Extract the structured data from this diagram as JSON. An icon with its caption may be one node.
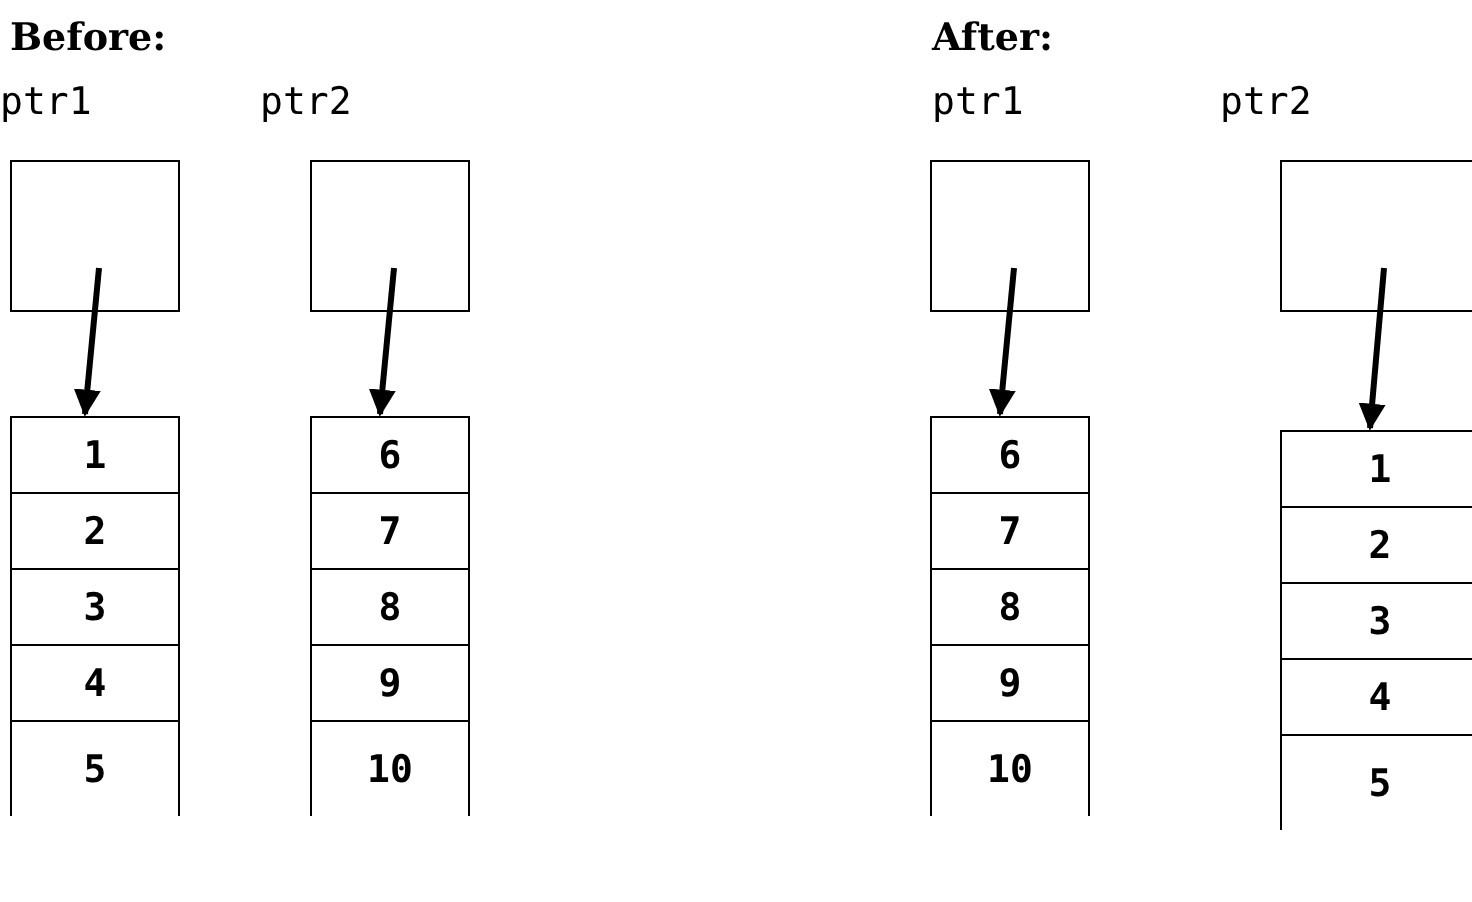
{
  "diagram": {
    "nodes": [
      {
        "text": [
          "ptr1"
        ]
      },
      {
        "text": [
          "ptr2"
        ]
      },
      {
        "text": [
          "1"
        ]
      },
      {
        "text": [
          "2"
        ]
      },
      {
        "text": [
          "3"
        ]
      },
      {
        "text": [
          "4"
        ]
      },
      {
        "text": [
          "5"
        ]
      },
      {
        "text": [
          "6"
        ]
      },
      {
        "text": [
          "7"
        ]
      },
      {
        "text": [
          "8"
        ]
      },
      {
        "text": [
          "9"
        ]
      },
      {
        "text": [
          "10"
        ]
      },
      {
        "text": [
          "ptr1"
        ]
      },
      {
        "text": [
          "ptr2"
        ]
      },
      {
        "text": [
          "6"
        ]
      },
      {
        "text": [
          "7"
        ]
      },
      {
        "text": [
          "8"
        ]
      },
      {
        "text": [
          "9"
        ]
      },
      {
        "text": [
          "10"
        ]
      },
      {
        "text": [
          "1"
        ]
      },
      {
        "text": [
          "2"
        ]
      },
      {
        "text": [
          "3"
        ]
      },
      {
        "text": [
          "4"
        ]
      },
      {
        "text": [
          "5"
        ]
      }
    ],
    "edges": [
      {
        "from": 0,
        "to": 2,
        "arrow": "to"
      },
      {
        "from": 1,
        "to": 7,
        "arrow": "to"
      },
      {
        "from": 12,
        "to": 14,
        "arrow": "to"
      },
      {
        "from": 13,
        "to": 19,
        "arrow": "to"
      }
    ],
    "labels": [
      "Before:",
      "After:"
    ]
  }
}
